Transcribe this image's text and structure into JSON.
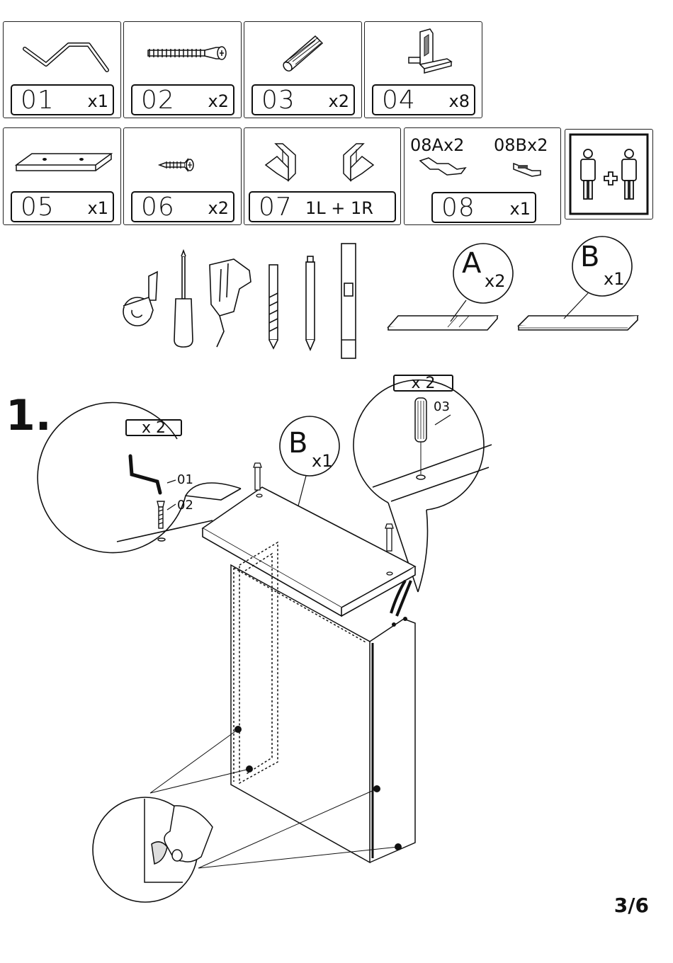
{
  "parts": [
    {
      "code": "01",
      "qty": "x1",
      "icon": "allen-key"
    },
    {
      "code": "02",
      "qty": "x2",
      "icon": "cam-screw"
    },
    {
      "code": "03",
      "qty": "x2",
      "icon": "wooden-dowel"
    },
    {
      "code": "04",
      "qty": "x8",
      "icon": "shelf-support-pin"
    },
    {
      "code": "05",
      "qty": "x1",
      "icon": "hanging-rail"
    },
    {
      "code": "06",
      "qty": "x2",
      "icon": "wood-screw"
    },
    {
      "code": "07",
      "qty": "1L + 1R",
      "icon": "corner-brackets"
    },
    {
      "code": "08",
      "qty": "x1",
      "sub_a": "08Ax2",
      "sub_b": "08Bx2",
      "icon": "wall-fittings"
    }
  ],
  "two_person_icon": "two-persons-icon",
  "tools": [
    "tape-measure-icon",
    "screwdriver-icon",
    "drill-icon",
    "drill-bit-icon",
    "pencil-icon",
    "spirit-level-icon"
  ],
  "panels": [
    {
      "letter": "A",
      "qty": "x2"
    },
    {
      "letter": "B",
      "qty": "x1"
    }
  ],
  "step": {
    "number": "1.",
    "left_callout_qty": "x 2",
    "left_callout_parts": [
      "01",
      "02"
    ],
    "right_callout_qty": "x 2",
    "right_callout_part": "03",
    "panel_letter": "B",
    "panel_qty": "x1"
  },
  "page_number": "3/6"
}
